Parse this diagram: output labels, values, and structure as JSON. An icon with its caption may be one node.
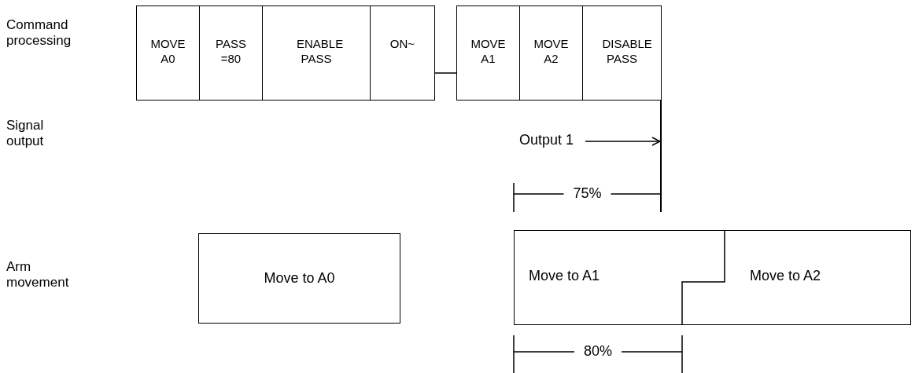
{
  "diagram": {
    "nodes": [
      {
        "text": [
          "MOVE A0"
        ]
      },
      {
        "text": [
          "PASS =80"
        ]
      },
      {
        "text": [
          "ENABLE PASS"
        ]
      },
      {
        "text": [
          "ON~"
        ]
      },
      {
        "text": [
          "MOVE A1"
        ]
      },
      {
        "text": [
          "MOVE A2"
        ]
      },
      {
        "text": [
          "DISABLE PASS"
        ]
      },
      {
        "text": [
          "Move to A0"
        ]
      },
      {
        "text": [
          "Move to A1"
        ]
      },
      {
        "text": [
          "Move to A2"
        ]
      },
      {
        "text": [
          "Output 1"
        ]
      },
      {
        "text": [],
        "shape": "bar"
      }
    ],
    "edges": [
      {
        "from": 3,
        "to": 4,
        "arrow": "none"
      },
      {
        "from": 10,
        "to": 11,
        "arrow": "to"
      }
    ],
    "labels": [
      "Command processing",
      "Signal output",
      "75%",
      "Arm movement",
      "80%"
    ]
  }
}
